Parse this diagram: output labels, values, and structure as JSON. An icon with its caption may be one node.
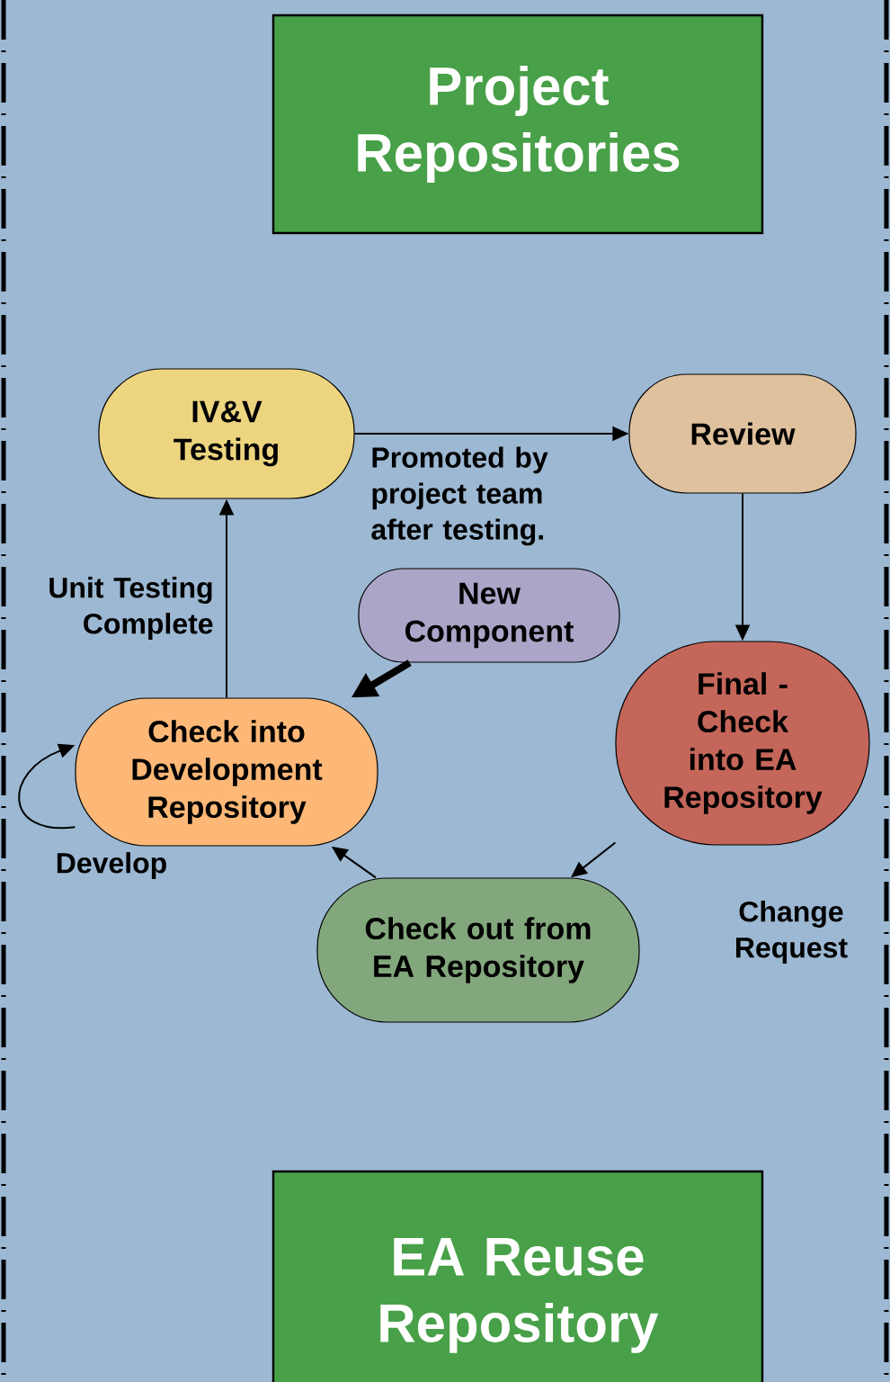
{
  "diagram": {
    "nodes": [
      {
        "text": [
          "Project Repositories"
        ]
      },
      {
        "text": [
          "IV&V Testing"
        ]
      },
      {
        "text": [
          "Review"
        ]
      },
      {
        "text": [
          "New Component"
        ]
      },
      {
        "text": [
          "Check into Development Repository"
        ]
      },
      {
        "text": [
          "Final - Check into EA Repository"
        ]
      },
      {
        "text": [
          "Check out from EA Repository"
        ]
      },
      {
        "text": [
          "EA Reuse Repository"
        ]
      }
    ],
    "edges": [
      {
        "from": 4,
        "to": 1,
        "arrow": "to",
        "label": "Unit Testing Complete"
      },
      {
        "from": 1,
        "to": 2,
        "arrow": "to",
        "label": "Promoted by project team after testing."
      },
      {
        "from": 2,
        "to": 5,
        "arrow": "to"
      },
      {
        "from": 3,
        "to": 4,
        "arrow": "to",
        "style": "thick"
      },
      {
        "from": 5,
        "to": 6,
        "arrow": "to",
        "label": "Change Request"
      },
      {
        "from": 6,
        "to": 4,
        "arrow": "to"
      },
      {
        "from": 4,
        "to": 4,
        "arrow": "to",
        "label": "Develop"
      }
    ]
  }
}
